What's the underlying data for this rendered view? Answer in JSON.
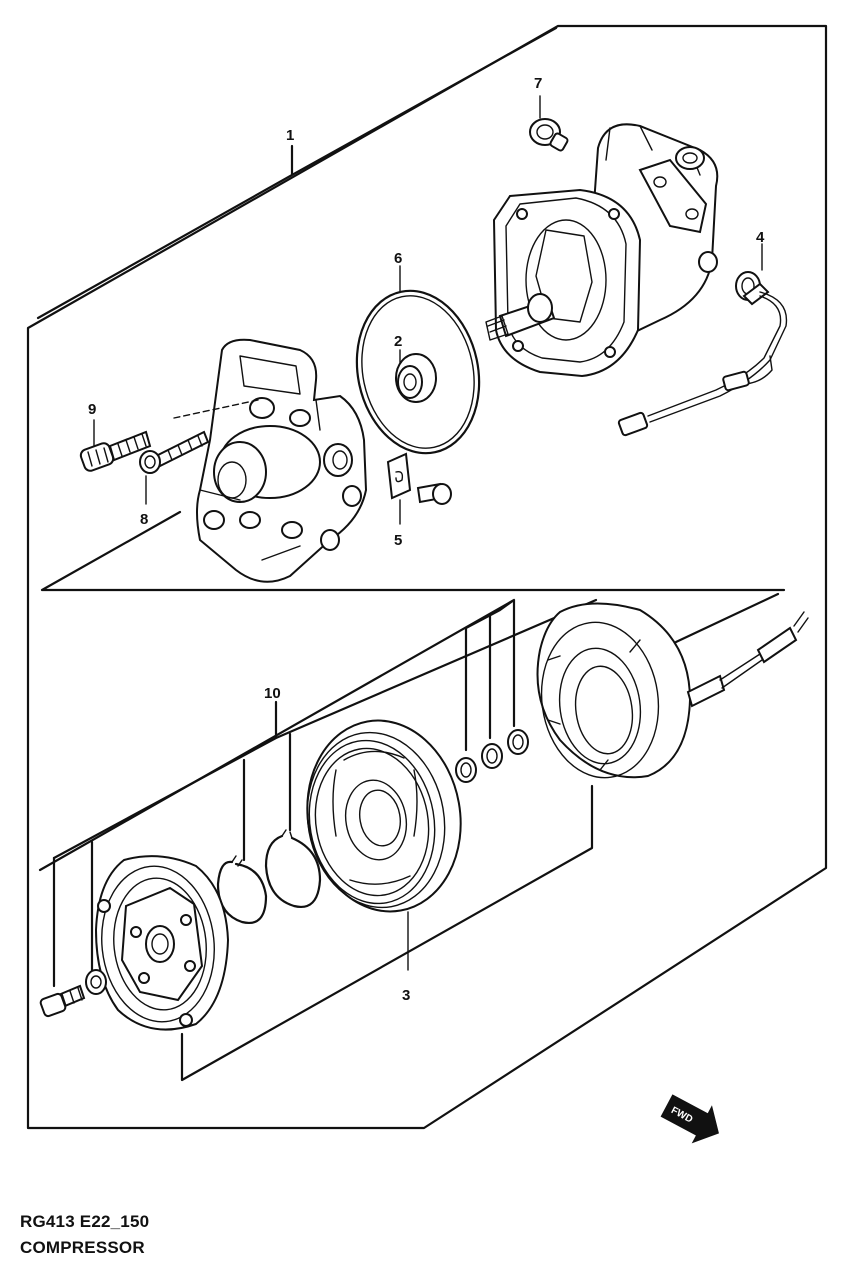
{
  "diagram": {
    "callouts": {
      "c1": "1",
      "c2": "2",
      "c3": "3",
      "c4": "4",
      "c5": "5",
      "c6": "6",
      "c7": "7",
      "c8": "8",
      "c9": "9",
      "c10": "10"
    },
    "direction_arrow": "FWD"
  },
  "caption": {
    "code": "RG413 E22_150",
    "title": "COMPRESSOR"
  }
}
